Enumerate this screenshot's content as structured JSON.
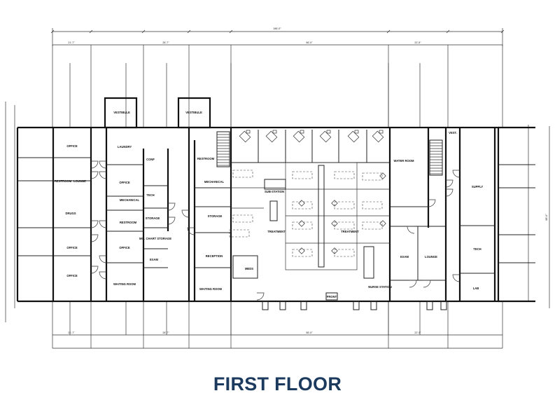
{
  "title": "FIRST FLOOR",
  "title_color": "#1b3a5e",
  "dimensions": {
    "overall_width": "186'-0\"",
    "overall_depth": "88'-0\"",
    "top_segments": [
      "21'-7\"",
      "26'-7\"",
      "56'-0\"",
      "22'-5\""
    ],
    "bottom_segments": [
      "21'-7\"",
      "26'-7\"",
      "56'-0\"",
      "22'-5\""
    ]
  },
  "rooms": {
    "office_1": "OFFICE",
    "restroom_1": "RESTROOM",
    "lounge_1": "LOUNGE",
    "drugs": "DRUGS",
    "office_2": "OFFICE",
    "office_3": "OFFICE",
    "laundry": "LAUNDRY",
    "office_4": "OFFICE",
    "mechanical_1": "MECHANICAL",
    "restroom_2": "RESTROOM",
    "office_5": "OFFICE",
    "waiting_room_1": "WAITING ROOM",
    "conf": "CONF",
    "tech_1": "TECH",
    "storage_1": "STORAGE",
    "oxygen_storage": "MIL. CHART STORAGE",
    "exam": "EXAM",
    "restroom_3": "RESTROOM",
    "mechanical_2": "MECHANICAL",
    "storage_2": "STORAGE",
    "reception": "RECEPTION",
    "waiting_room_2": "WAITING ROOM",
    "sub_station": "SUB-STATION",
    "treatment_1": "TREATMENT",
    "treatment_2": "TREATMENT",
    "meds": "MEDS",
    "nurse_station": "NURSE STATION",
    "waiting_room_3": "WATER ROOM",
    "vest": "VEST.",
    "supply": "SUPPLY",
    "tech_2": "TECH",
    "exam_2": "EXAM",
    "lounge_2": "LOUNGE",
    "lab": "LAB",
    "vestibule_1": "VESTIBULE",
    "vestibule_2": "VESTIBULE",
    "front": "FRONT"
  }
}
